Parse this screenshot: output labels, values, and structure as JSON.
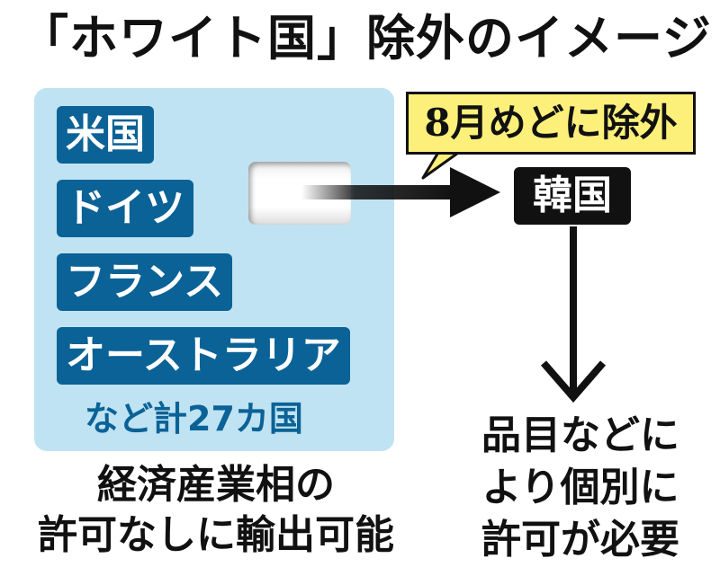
{
  "title": "「ホワイト国」除外のイメージ",
  "white_list": {
    "countries": [
      "米国",
      "ドイツ",
      "フランス",
      "オーストラリア"
    ],
    "summary": "など計27カ国",
    "caption_lines": [
      "経済産業相の",
      "許可なしに輸出可能"
    ]
  },
  "callout": {
    "label": "8月めどに除外"
  },
  "excluded": {
    "country": "韓国",
    "result_lines": [
      "品目などに",
      "より個別に",
      "許可が必要"
    ]
  },
  "colors": {
    "panel": "#bfe3f3",
    "country_badge": "#0b6296",
    "callout": "#fdf07a",
    "korea_badge": "#111111"
  },
  "icons": [
    "arrow-right-icon",
    "arrow-down-icon"
  ]
}
